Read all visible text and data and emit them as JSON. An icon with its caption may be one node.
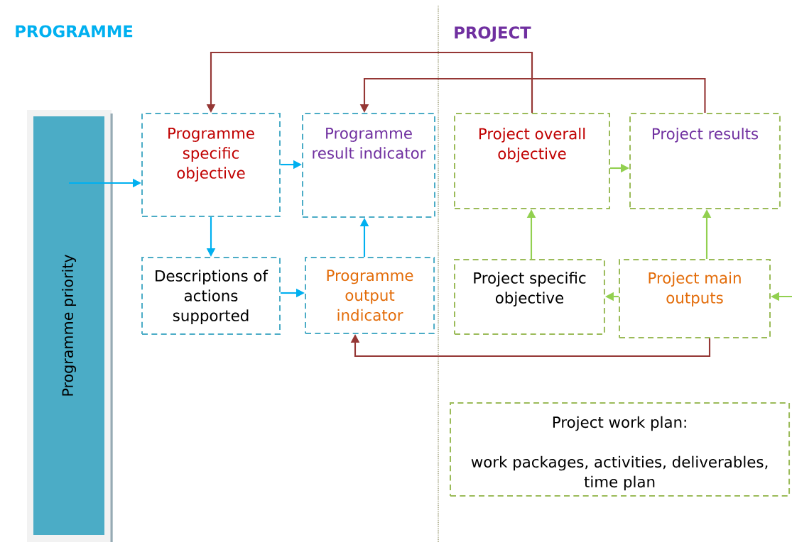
{
  "diagram": {
    "nodes": [
      {
        "text": [
          "Programme priority"
        ]
      },
      {
        "text": [
          "Programme specific objective"
        ]
      },
      {
        "text": [
          "Programme result indicator"
        ]
      },
      {
        "text": [
          "Project overall objective"
        ]
      },
      {
        "text": [
          "Project results"
        ]
      },
      {
        "text": [
          "Descriptions of actions supported"
        ]
      },
      {
        "text": [
          "Programme output indicator"
        ]
      },
      {
        "text": [
          "Project specific objective"
        ]
      },
      {
        "text": [
          "Project  main outputs"
        ]
      },
      {
        "text": [
          "Project work plan:",
          "work packages, activities, deliverables, time plan"
        ]
      }
    ],
    "edges": [
      {
        "from": 0,
        "to": 1,
        "arrow": "to",
        "color": "#00b0f0"
      },
      {
        "from": 1,
        "to": 2,
        "arrow": "to",
        "color": "#00b0f0"
      },
      {
        "from": 1,
        "to": 5,
        "arrow": "to",
        "color": "#00b0f0"
      },
      {
        "from": 5,
        "to": 6,
        "arrow": "to",
        "color": "#00b0f0"
      },
      {
        "from": 6,
        "to": 2,
        "arrow": "to",
        "color": "#00b0f0"
      },
      {
        "from": 3,
        "to": 1,
        "arrow": "to",
        "color": "#953735"
      },
      {
        "from": 4,
        "to": 2,
        "arrow": "to",
        "color": "#953735"
      },
      {
        "from": 8,
        "to": 6,
        "arrow": "to",
        "color": "#953735"
      },
      {
        "from": 3,
        "to": 4,
        "arrow": "to",
        "color": "#92d050"
      },
      {
        "from": 7,
        "to": 3,
        "arrow": "to",
        "color": "#92d050"
      },
      {
        "from": 8,
        "to": 4,
        "arrow": "to",
        "color": "#92d050"
      },
      {
        "from": 8,
        "to": 7,
        "arrow": "to",
        "color": "#92d050"
      },
      {
        "from": null,
        "to": 8,
        "arrow": "to",
        "color": "#92d050"
      }
    ],
    "labels": [
      "PROGRAMME",
      "PROJECT"
    ]
  }
}
